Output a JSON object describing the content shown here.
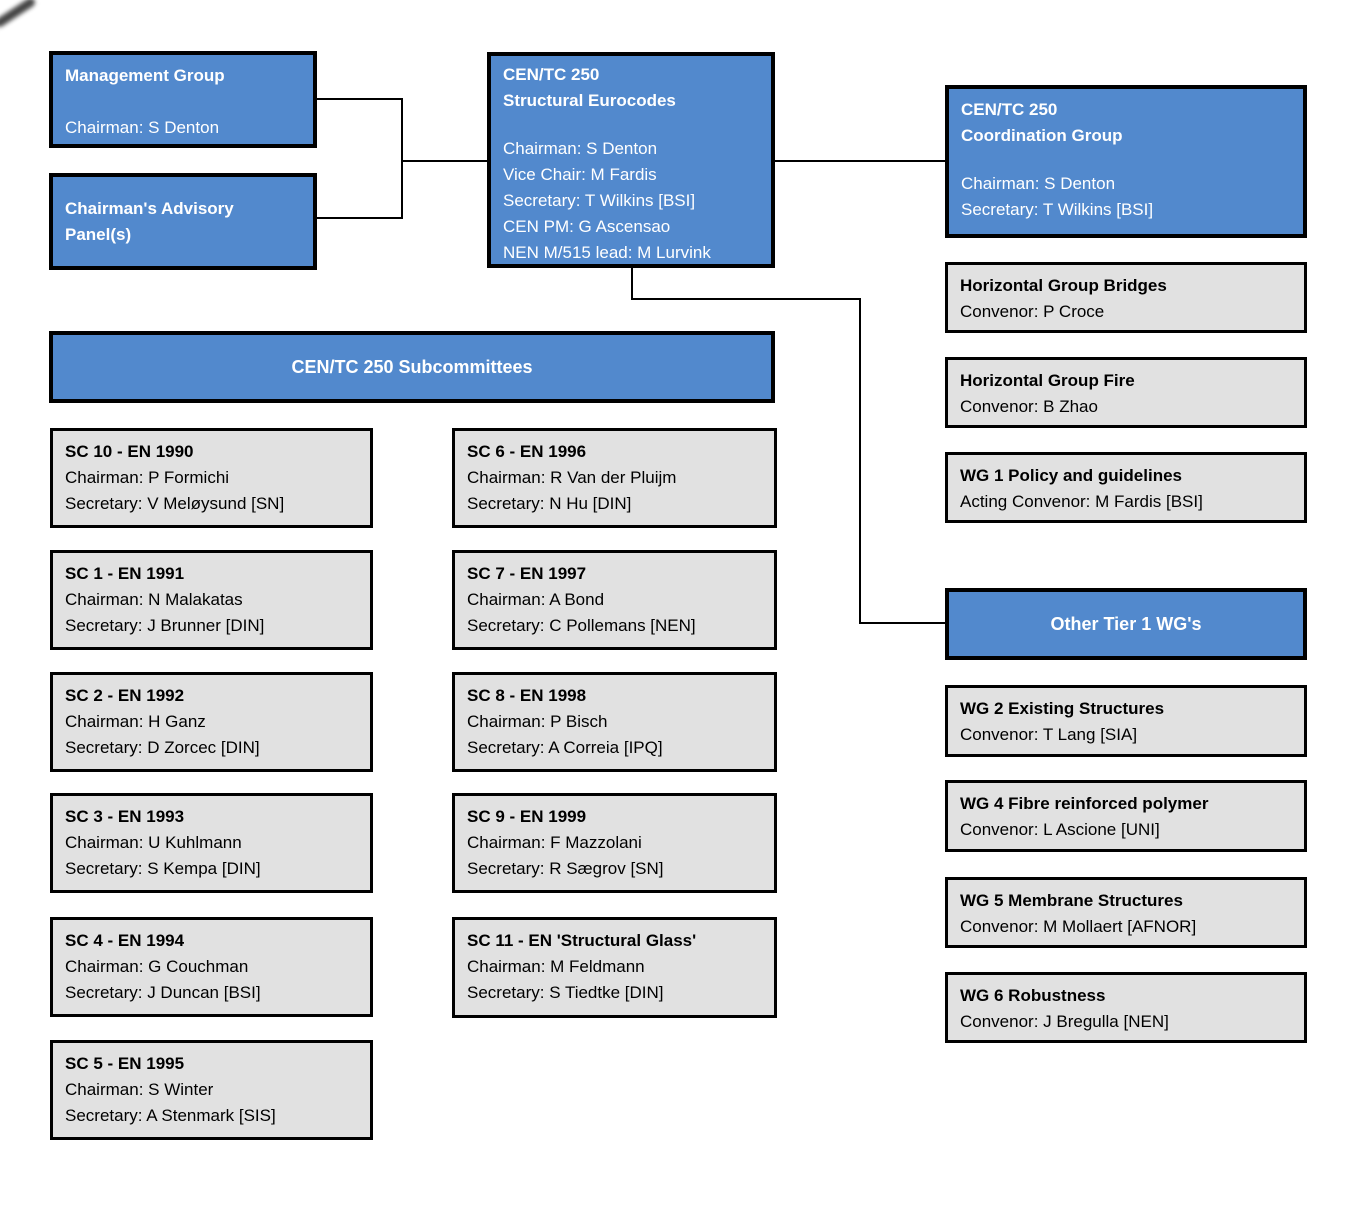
{
  "colors": {
    "box_blue": "#5289CD",
    "box_gray": "#E1E1E1",
    "border_black": "#000000",
    "text_on_blue": "#FFFFFF",
    "text_on_gray": "#000000"
  },
  "org": {
    "management_group": {
      "title": "Management Group",
      "line1": "Chairman: S Denton"
    },
    "advisory_panel": {
      "title": "Chairman's Advisory Panel(s)"
    },
    "tc250": {
      "title1": "CEN/TC 250",
      "title2": "Structural Eurocodes",
      "lines": [
        "Chairman: S Denton",
        "Vice Chair: M Fardis",
        "Secretary: T Wilkins [BSI]",
        "CEN PM: G Ascensao",
        "NEN M/515 lead: M Lurvink"
      ]
    },
    "coordination_group": {
      "title1": "CEN/TC 250",
      "title2": "Coordination Group",
      "lines": [
        "Chairman: S Denton",
        "Secretary: T Wilkins [BSI]"
      ]
    }
  },
  "right_column": {
    "horizontal_groups": [
      {
        "title": "Horizontal Group Bridges",
        "subtitle": "Convenor: P Croce"
      },
      {
        "title": "Horizontal Group Fire",
        "subtitle": "Convenor: B Zhao"
      },
      {
        "title": "WG 1 Policy and guidelines",
        "subtitle": "Acting Convenor: M Fardis [BSI]"
      }
    ],
    "other_tier1": {
      "title": "Other Tier 1 WG's"
    },
    "tier1_wgs": [
      {
        "title": "WG 2 Existing Structures",
        "subtitle": "Convenor: T Lang [SIA]"
      },
      {
        "title": "WG 4 Fibre reinforced polymer",
        "subtitle": "Convenor: L Ascione [UNI]"
      },
      {
        "title": "WG 5 Membrane Structures",
        "subtitle": "Convenor: M Mollaert [AFNOR]"
      },
      {
        "title": "WG 6 Robustness",
        "subtitle": "Convenor: J Bregulla [NEN]"
      }
    ]
  },
  "subcommittees": {
    "header": "CEN/TC 250 Subcommittees",
    "left_column": [
      {
        "title": "SC 10 - EN 1990",
        "chairman": "Chairman: P Formichi",
        "secretary": "Secretary: V Meløysund [SN]"
      },
      {
        "title": "SC 1 - EN 1991",
        "chairman": "Chairman: N Malakatas",
        "secretary": "Secretary: J Brunner [DIN]"
      },
      {
        "title": "SC 2 - EN 1992",
        "chairman": "Chairman: H Ganz",
        "secretary": "Secretary: D Zorcec [DIN]"
      },
      {
        "title": "SC 3 - EN 1993",
        "chairman": "Chairman: U Kuhlmann",
        "secretary": "Secretary: S Kempa [DIN]"
      },
      {
        "title": "SC 4 - EN 1994",
        "chairman": "Chairman: G Couchman",
        "secretary": "Secretary: J Duncan [BSI]"
      },
      {
        "title": "SC 5 - EN 1995",
        "chairman": "Chairman: S Winter",
        "secretary": "Secretary: A Stenmark [SIS]"
      }
    ],
    "middle_column": [
      {
        "title": "SC 6 - EN 1996",
        "chairman": "Chairman: R Van der Pluijm",
        "secretary": "Secretary: N Hu [DIN]"
      },
      {
        "title": "SC 7 - EN 1997",
        "chairman": "Chairman: A Bond",
        "secretary": "Secretary: C Pollemans [NEN]"
      },
      {
        "title": "SC 8 - EN 1998",
        "chairman": "Chairman: P Bisch",
        "secretary": "Secretary: A Correia [IPQ]"
      },
      {
        "title": "SC 9 - EN 1999",
        "chairman": "Chairman: F Mazzolani",
        "secretary": "Secretary: R Sægrov [SN]"
      },
      {
        "title": "SC 11 - EN 'Structural Glass'",
        "chairman": "Chairman: M Feldmann",
        "secretary": "Secretary: S Tiedtke [DIN]"
      }
    ]
  }
}
